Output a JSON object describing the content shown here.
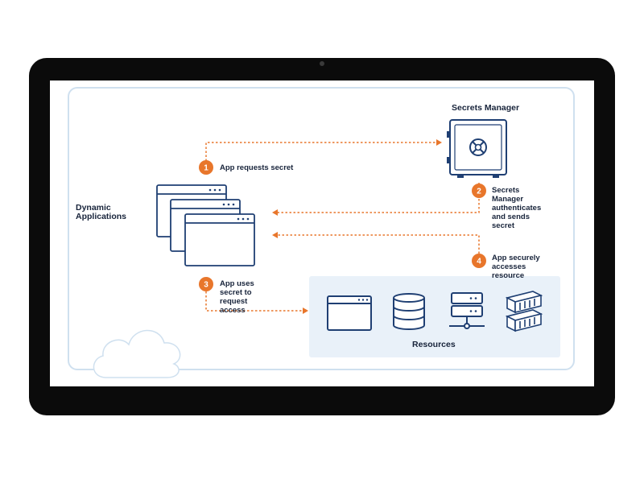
{
  "diagram": {
    "dynamic_applications_label": "Dynamic Applications",
    "secrets_manager_label": "Secrets Manager",
    "resources_label": "Resources",
    "steps": [
      {
        "number": "1",
        "text": "App requests secret"
      },
      {
        "number": "2",
        "text": "Secrets Manager authenticates and sends secret"
      },
      {
        "number": "3",
        "text": "App uses secret to request access"
      },
      {
        "number": "4",
        "text": "App securely accesses resource"
      }
    ],
    "colors": {
      "accent": "#e8762b",
      "ink": "#17233a",
      "icon": "#1f3f73",
      "frame": "#cfe0ef",
      "panel": "#e9f1f9"
    }
  }
}
